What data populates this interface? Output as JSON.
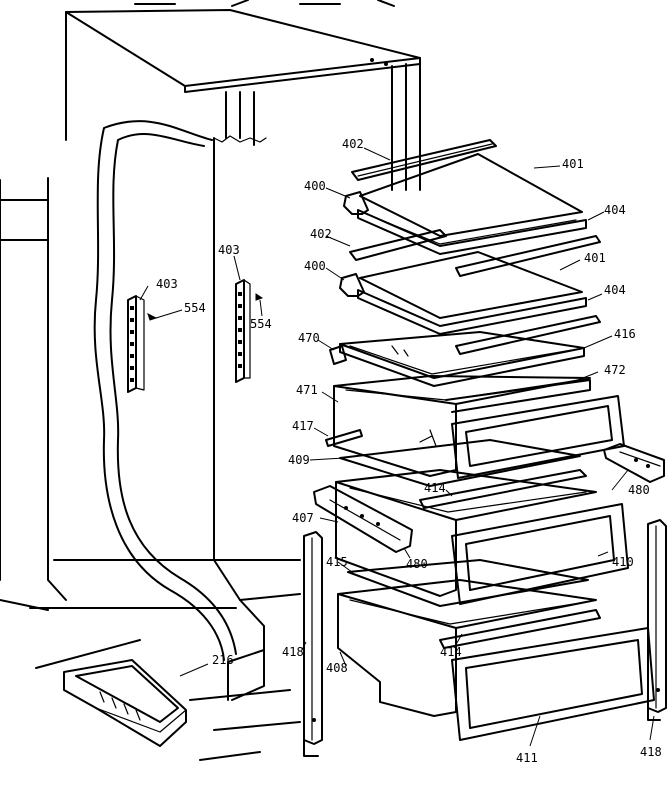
{
  "labels": {
    "p216": "216",
    "p400a": "400",
    "p400b": "400",
    "p401a": "401",
    "p401b": "401",
    "p402a": "402",
    "p402b": "402",
    "p403a": "403",
    "p403b": "403",
    "p404a": "404",
    "p404b": "404",
    "p407": "407",
    "p408": "408",
    "p409": "409",
    "p410": "410",
    "p411": "411",
    "p414a": "414",
    "p414b": "414",
    "p415": "415",
    "p416": "416",
    "p417": "417",
    "p418a": "418",
    "p418b": "418",
    "p470": "470",
    "p471": "471",
    "p472": "472",
    "p480a": "480",
    "p480b": "480",
    "p554a": "554",
    "p554b": "554"
  }
}
